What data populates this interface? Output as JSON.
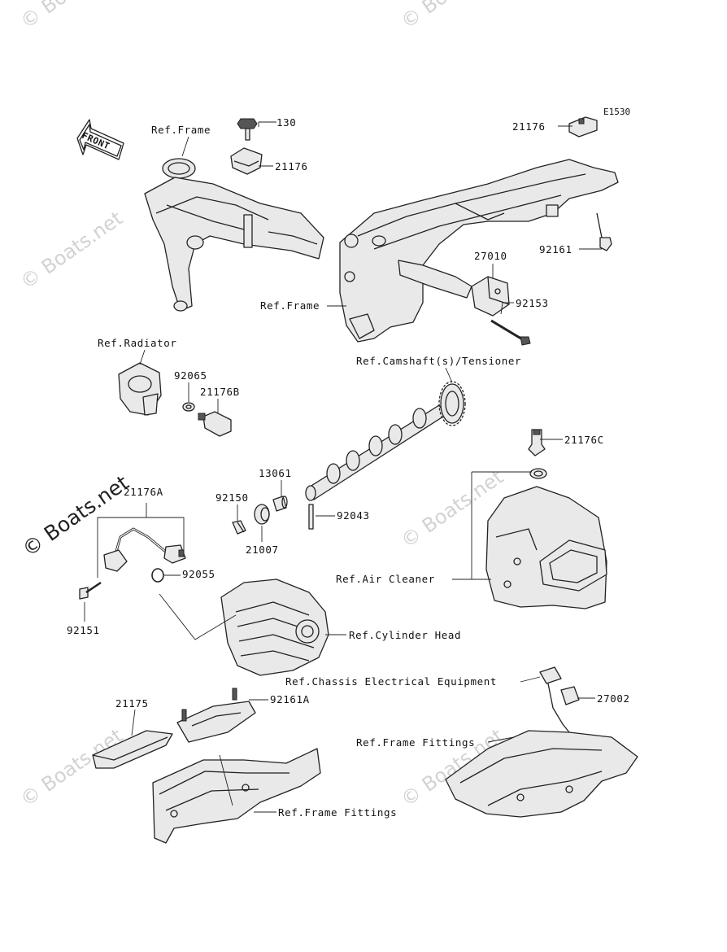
{
  "diagram": {
    "code": "E1530",
    "front_arrow_label": "FRONT",
    "watermark_text": "© Boats.net",
    "part_labels": {
      "p130": "130",
      "p21176_a": "21176",
      "p21176_b": "21176",
      "p92161": "92161",
      "p27010": "27010",
      "p92153": "92153",
      "p92065": "92065",
      "p21176B": "21176B",
      "p21176C": "21176C",
      "p13061": "13061",
      "p92150": "92150",
      "p92043": "92043",
      "p21007": "21007",
      "p21176A": "21176A",
      "p92055": "92055",
      "p92151": "92151",
      "p92161A": "92161A",
      "p21175": "21175",
      "p27002": "27002"
    },
    "ref_labels": {
      "frame_top": "Ref.Frame",
      "frame_mid": "Ref.Frame",
      "radiator": "Ref.Radiator",
      "camshaft": "Ref.Camshaft(s)/Tensioner",
      "air_cleaner": "Ref.Air Cleaner",
      "cylinder_head": "Ref.Cylinder Head",
      "chassis_electrical": "Ref.Chassis Electrical Equipment",
      "frame_fittings_right": "Ref.Frame Fittings",
      "frame_fittings_left": "Ref.Frame Fittings"
    }
  }
}
